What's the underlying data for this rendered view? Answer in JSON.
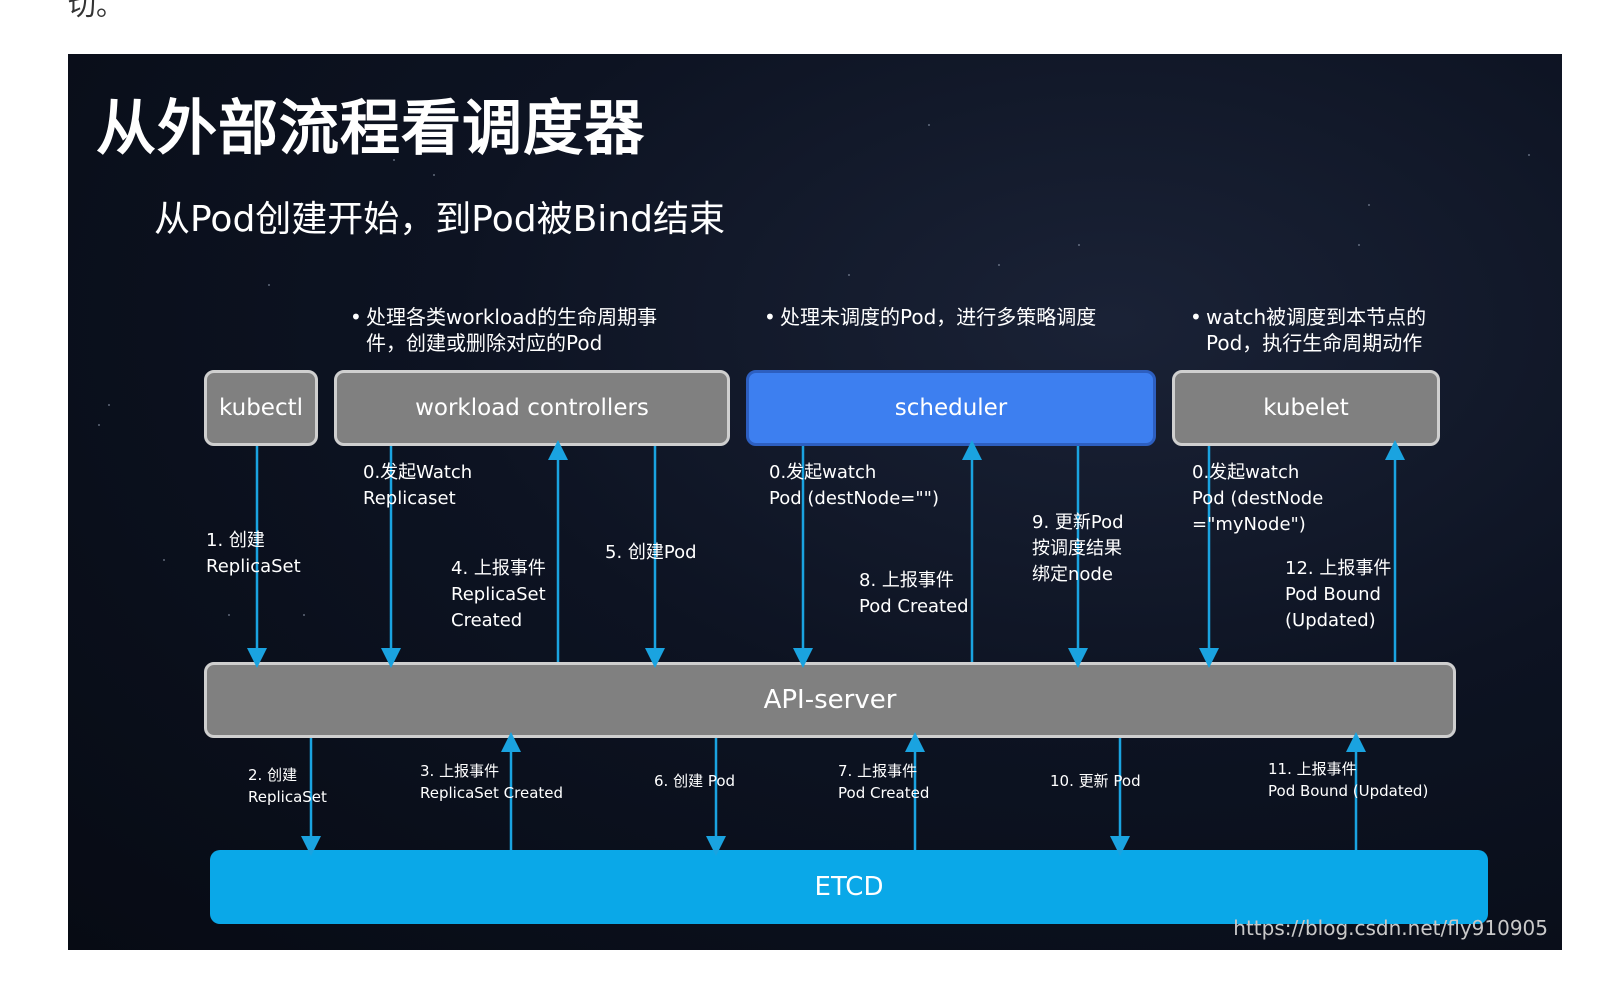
{
  "page": {
    "top_text": "切。"
  },
  "slide": {
    "title": "从外部流程看调度器",
    "subtitle": "从Pod创建开始，到Pod被Bind结束",
    "bullets": {
      "controllers_line1": "处理各类workload的生命周期事",
      "controllers_line2": "件，创建或删除对应的Pod",
      "scheduler": "处理未调度的Pod，进行多策略调度",
      "kubelet_line1": "watch被调度到本节点的",
      "kubelet_line2": "Pod，执行生命周期动作",
      "dot": "•"
    },
    "boxes": {
      "kubectl": "kubectl",
      "workload_controllers": "workload controllers",
      "scheduler": "scheduler",
      "kubelet": "kubelet",
      "api_server": "API-server",
      "etcd": "ETCD"
    },
    "upper_labels": {
      "l1a": "1. 创建",
      "l1b": "ReplicaSet",
      "l0a": "0.发起Watch",
      "l0b": "Replicaset",
      "l4a": "4. 上报事件",
      "l4b": "ReplicaSet",
      "l4c": "Created",
      "l5": "5. 创建Pod",
      "s0a": "0.发起watch",
      "s0b": "Pod (destNode=\"\")",
      "l8a": "8. 上报事件",
      "l8b": "Pod Created",
      "l9a": "9. 更新Pod",
      "l9b": "按调度结果",
      "l9c": "绑定node",
      "k0a": "0.发起watch",
      "k0b": "Pod (destNode",
      "k0c": "=\"myNode\")",
      "l12a": "12. 上报事件",
      "l12b": "Pod Bound",
      "l12c": "(Updated)"
    },
    "lower_labels": {
      "l2a": "2. 创建",
      "l2b": "ReplicaSet",
      "l3a": "3. 上报事件",
      "l3b": "ReplicaSet Created",
      "l6": "6. 创建 Pod",
      "l7a": "7. 上报事件",
      "l7b": "Pod Created",
      "l10": "10. 更新 Pod",
      "l11a": "11. 上报事件",
      "l11b": "Pod Bound (Updated)"
    },
    "watermark": "https://blog.csdn.net/fly910905"
  },
  "colors": {
    "arrow": "#1aa3e0",
    "scheduler": "#3d7ff0",
    "etcd": "#0aa8e8",
    "box": "#808080"
  }
}
